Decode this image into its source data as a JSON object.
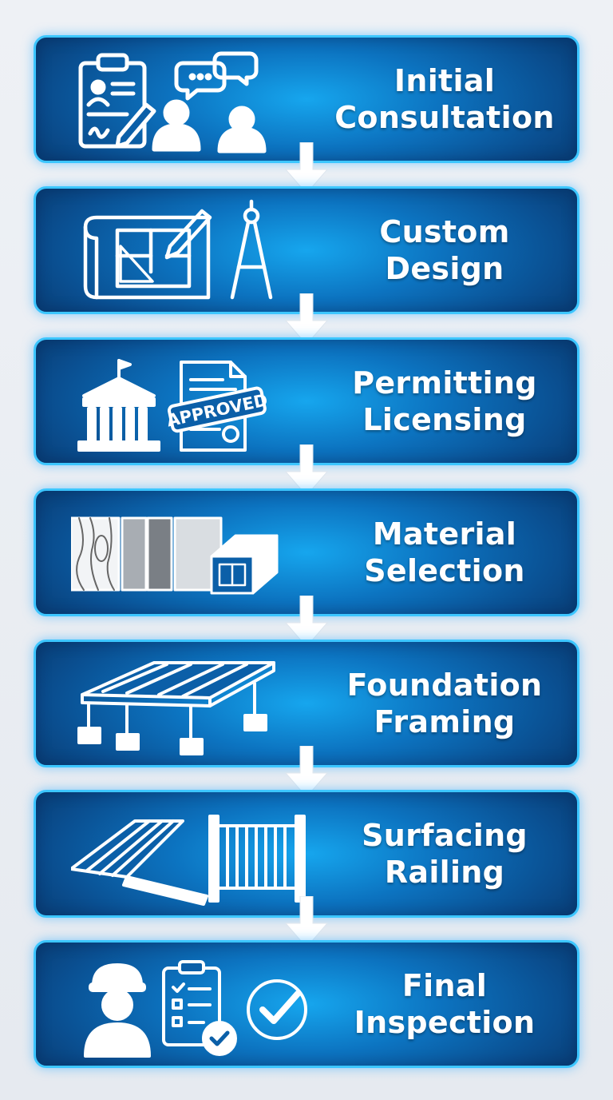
{
  "steps": [
    {
      "line1": "Initial",
      "line2": "Consultation",
      "icon": "clipboard-consultation-icon"
    },
    {
      "line1": "Custom",
      "line2": "Design",
      "icon": "blueprint-compass-icon"
    },
    {
      "line1": "Permitting",
      "line2": "Licensing",
      "icon": "building-approved-document-icon",
      "stamp_text": "APPROVED"
    },
    {
      "line1": "Material",
      "line2": "Selection",
      "icon": "material-samples-icon"
    },
    {
      "line1": "Foundation",
      "line2": "Framing",
      "icon": "deck-frame-icon"
    },
    {
      "line1": "Surfacing",
      "line2": "Railing",
      "icon": "deck-boards-railing-icon"
    },
    {
      "line1": "Final",
      "line2": "Inspection",
      "icon": "inspector-checklist-icon"
    }
  ],
  "colors": {
    "box_border": "#3cc6ff",
    "box_center": "#16a6ee",
    "box_edge": "#09437e",
    "text": "#ffffff",
    "arrow": "#ffffff"
  }
}
